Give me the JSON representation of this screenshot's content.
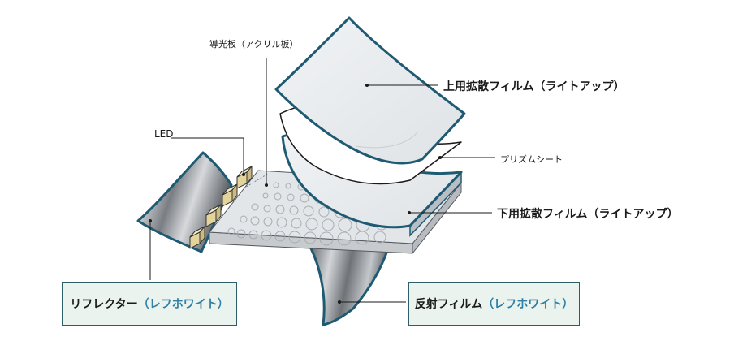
{
  "labels": {
    "light_guide": "導光板（アクリル板）",
    "led": "LED",
    "upper_diffusion": "上用拡散フィルム（ライトアップ）",
    "prism_sheet": "プリズムシート",
    "lower_diffusion": "下用拡散フィルム（ライトアップ）"
  },
  "boxes": {
    "reflector": {
      "main": "リフレクター",
      "sub": "（レフホワイト）"
    },
    "reflective_film": {
      "main": "反射フィルム",
      "sub": "（レフホワイト）"
    }
  },
  "colors": {
    "outline": "#1f5a73",
    "box_fill": "#eaf3ee",
    "box_border": "#2e5e6a",
    "accent_text": "#2f7fa6",
    "led_fill": "#efe2b0",
    "film_fill": "#e9ecef",
    "plate_fill": "#e3e6e8"
  }
}
